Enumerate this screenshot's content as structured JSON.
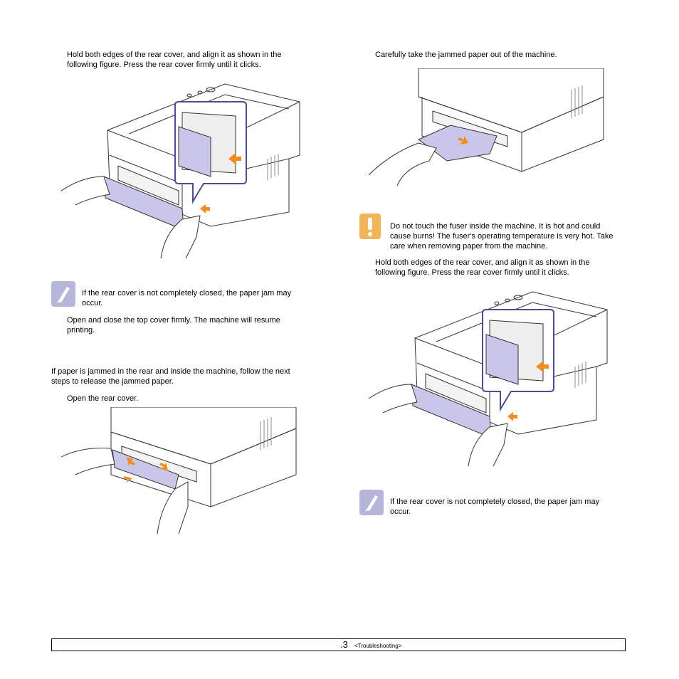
{
  "left": {
    "step_close_cover_1": "Hold both edges of the rear cover, and align it as shown in the following figure. Press the rear cover firmly until it clicks.",
    "note_1": "If the rear cover is not completely closed, the paper jam may occur.",
    "step_top_cover": "Open and close the top cover firmly. The machine will resume printing.",
    "intro": "If paper is jammed in the rear and inside the machine, follow the next steps to release the jammed paper.",
    "step_open_cover": "Open the rear cover."
  },
  "right": {
    "step_take_paper": "Carefully take the jammed paper out of the machine.",
    "caution": "Do not touch the fuser inside the machine. It is hot and could cause burns! The fuser's operating temperature is very hot. Take care when removing paper from the machine.",
    "step_close_cover_2": "Hold both edges of the rear cover, and align it as shown in the following figure. Press the rear cover firmly until it clicks.",
    "note_2": "If the rear cover is not completely closed, the paper jam may occur."
  },
  "footer": {
    "page_number": ".3",
    "section": "<Troubleshooting>"
  },
  "colors": {
    "cover": "#c9c6ea",
    "callout_border": "#4b4d8c",
    "arrow": "#f28c1e",
    "note_icon": "#b6b7d8",
    "caution_icon": "#f0b45a"
  },
  "icons": [
    "note-icon",
    "caution-icon",
    "printer-illustration"
  ]
}
